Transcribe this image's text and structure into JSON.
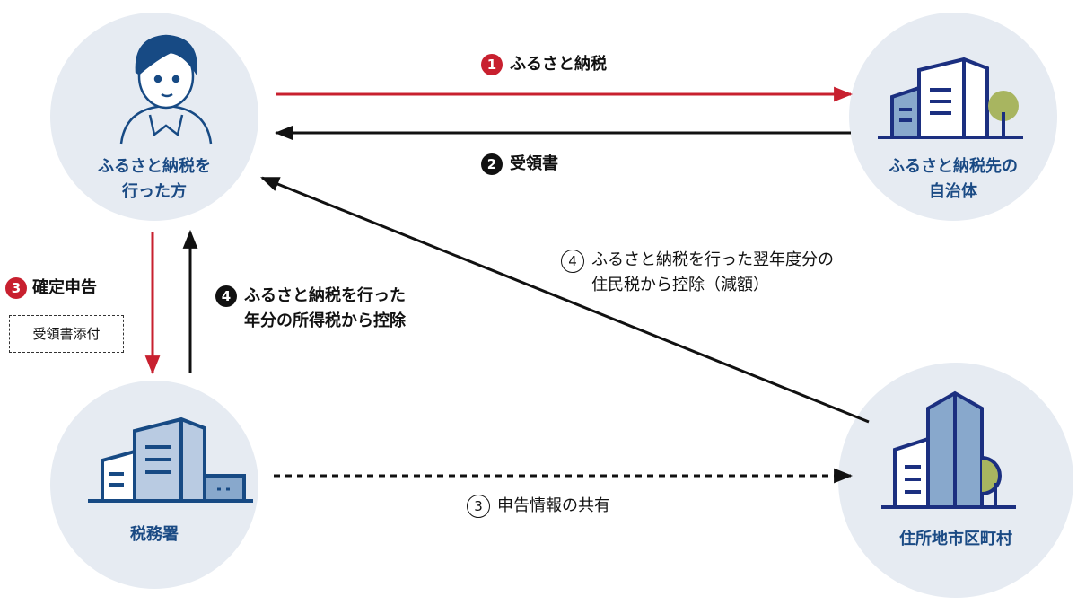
{
  "nodes": {
    "taxpayer": [
      "ふるさと納税を",
      "行った方"
    ],
    "donation_municipality": [
      "ふるさと納税先の",
      "自治体"
    ],
    "tax_office": [
      "税務署"
    ],
    "residence_municipality": [
      "住所地市区町村"
    ]
  },
  "flows": {
    "f1": {
      "num": "1",
      "label": "ふるさと納税"
    },
    "f2": {
      "num": "2",
      "label": "受領書"
    },
    "f3": {
      "num": "3",
      "label": "確定申告",
      "note": "受領書添付"
    },
    "f4": {
      "num": "4",
      "lines": [
        "ふるさと納税を行った",
        "年分の所得税から控除"
      ]
    },
    "f4b": {
      "num": "4",
      "lines": [
        "ふるさと納税を行った翌年度分の",
        "住民税から控除（減額）"
      ]
    },
    "f3b": {
      "num": "3",
      "label": "申告情報の共有"
    }
  },
  "colors": {
    "accent": "#c8202f",
    "node_text": "#1a4a84",
    "circle": "#e6ebf2"
  }
}
